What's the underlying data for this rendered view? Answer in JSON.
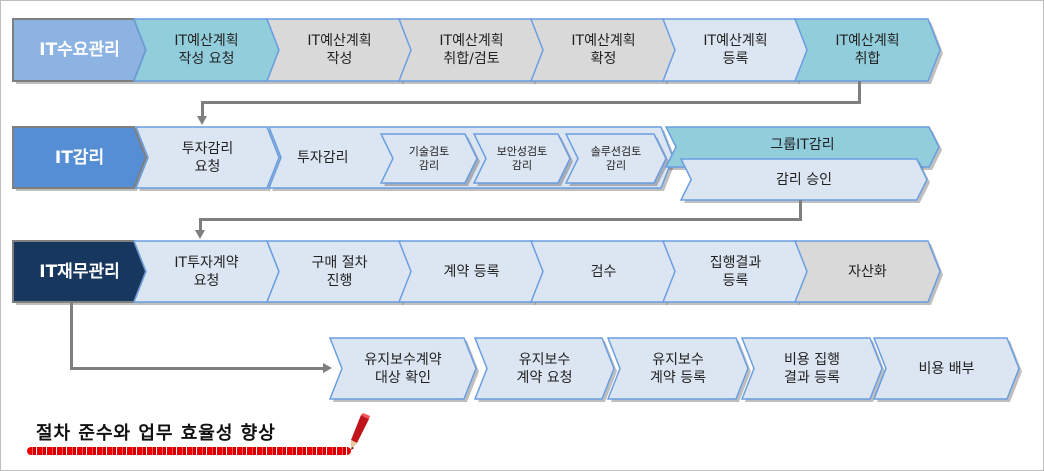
{
  "colors": {
    "label1": "#8db3e2",
    "label2": "#558ed5",
    "label3": "#17375e",
    "teal": "#92cddc",
    "gray": "#d9d9d9",
    "light": "#dce6f2",
    "border": "#6a9ee0"
  },
  "rows": {
    "demand": {
      "label": "IT수요관리",
      "steps": [
        "IT예산계획\n작성 요청",
        "IT예산계획\n작성",
        "IT예산계획\n취합/검토",
        "IT예산계획\n확정",
        "IT예산계획\n등록",
        "IT예산계획\n취합"
      ]
    },
    "audit": {
      "label": "IT감리",
      "request": "투자감리\n요청",
      "audit": "투자감리",
      "sub_steps": [
        "기술검토\n감리",
        "보안성검토\n감리",
        "솔루션검토\n감리"
      ],
      "group": "그룹IT감리",
      "approval": "감리 승인"
    },
    "finance": {
      "label": "IT재무관리",
      "steps": [
        "IT투자계약\n요청",
        "구매 절차\n진행",
        "계약 등록",
        "검수",
        "집행결과\n등록",
        "자산화"
      ]
    },
    "maintenance": {
      "steps": [
        "유지보수계약\n대상 확인",
        "유지보수\n계약 요청",
        "유지보수\n계약 등록",
        "비용 집행\n결과 등록",
        "비용 배부"
      ]
    }
  },
  "footer": {
    "text": "절차 준수와 업무 효율성 향상"
  }
}
